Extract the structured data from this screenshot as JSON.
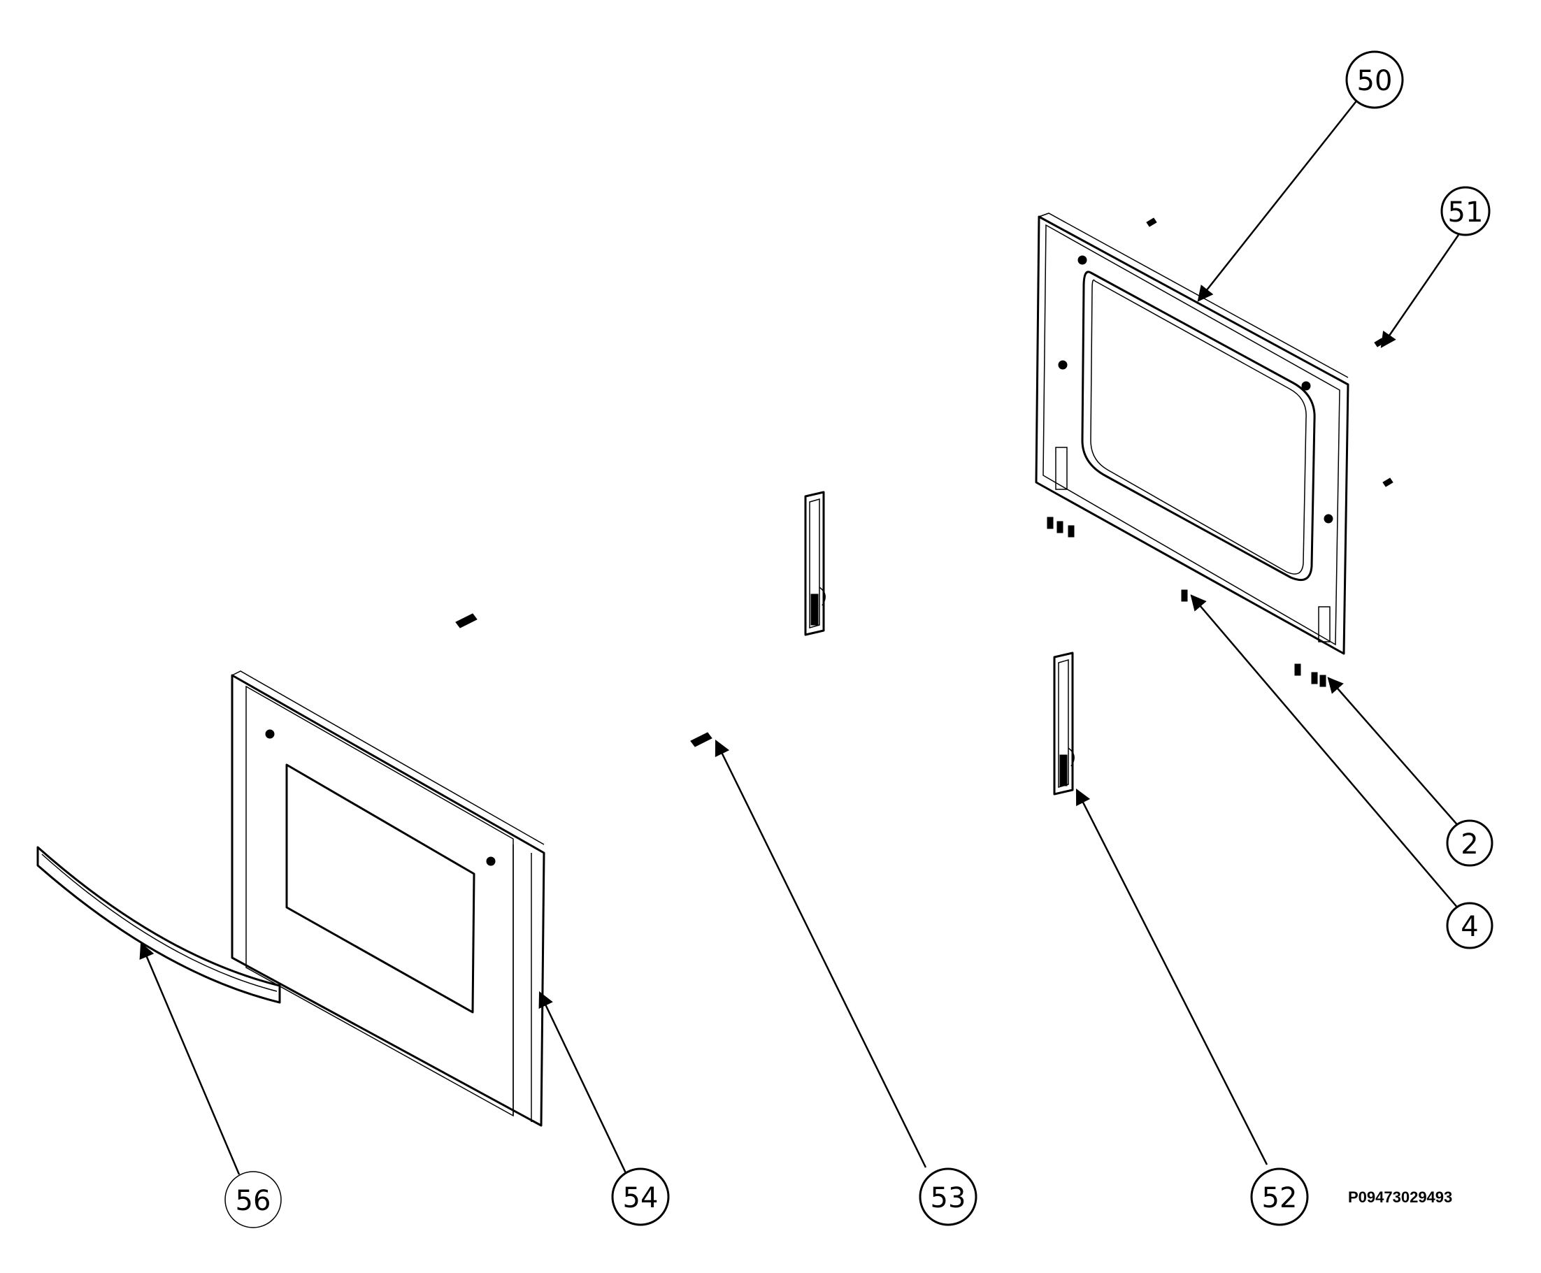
{
  "diagram": {
    "document_code": "P09473029493",
    "callouts": [
      {
        "id": "50",
        "label": "50"
      },
      {
        "id": "51",
        "label": "51"
      },
      {
        "id": "2",
        "label": "2"
      },
      {
        "id": "4",
        "label": "4"
      },
      {
        "id": "52",
        "label": "52"
      },
      {
        "id": "53",
        "label": "53"
      },
      {
        "id": "54",
        "label": "54"
      },
      {
        "id": "56",
        "label": "56"
      }
    ]
  }
}
